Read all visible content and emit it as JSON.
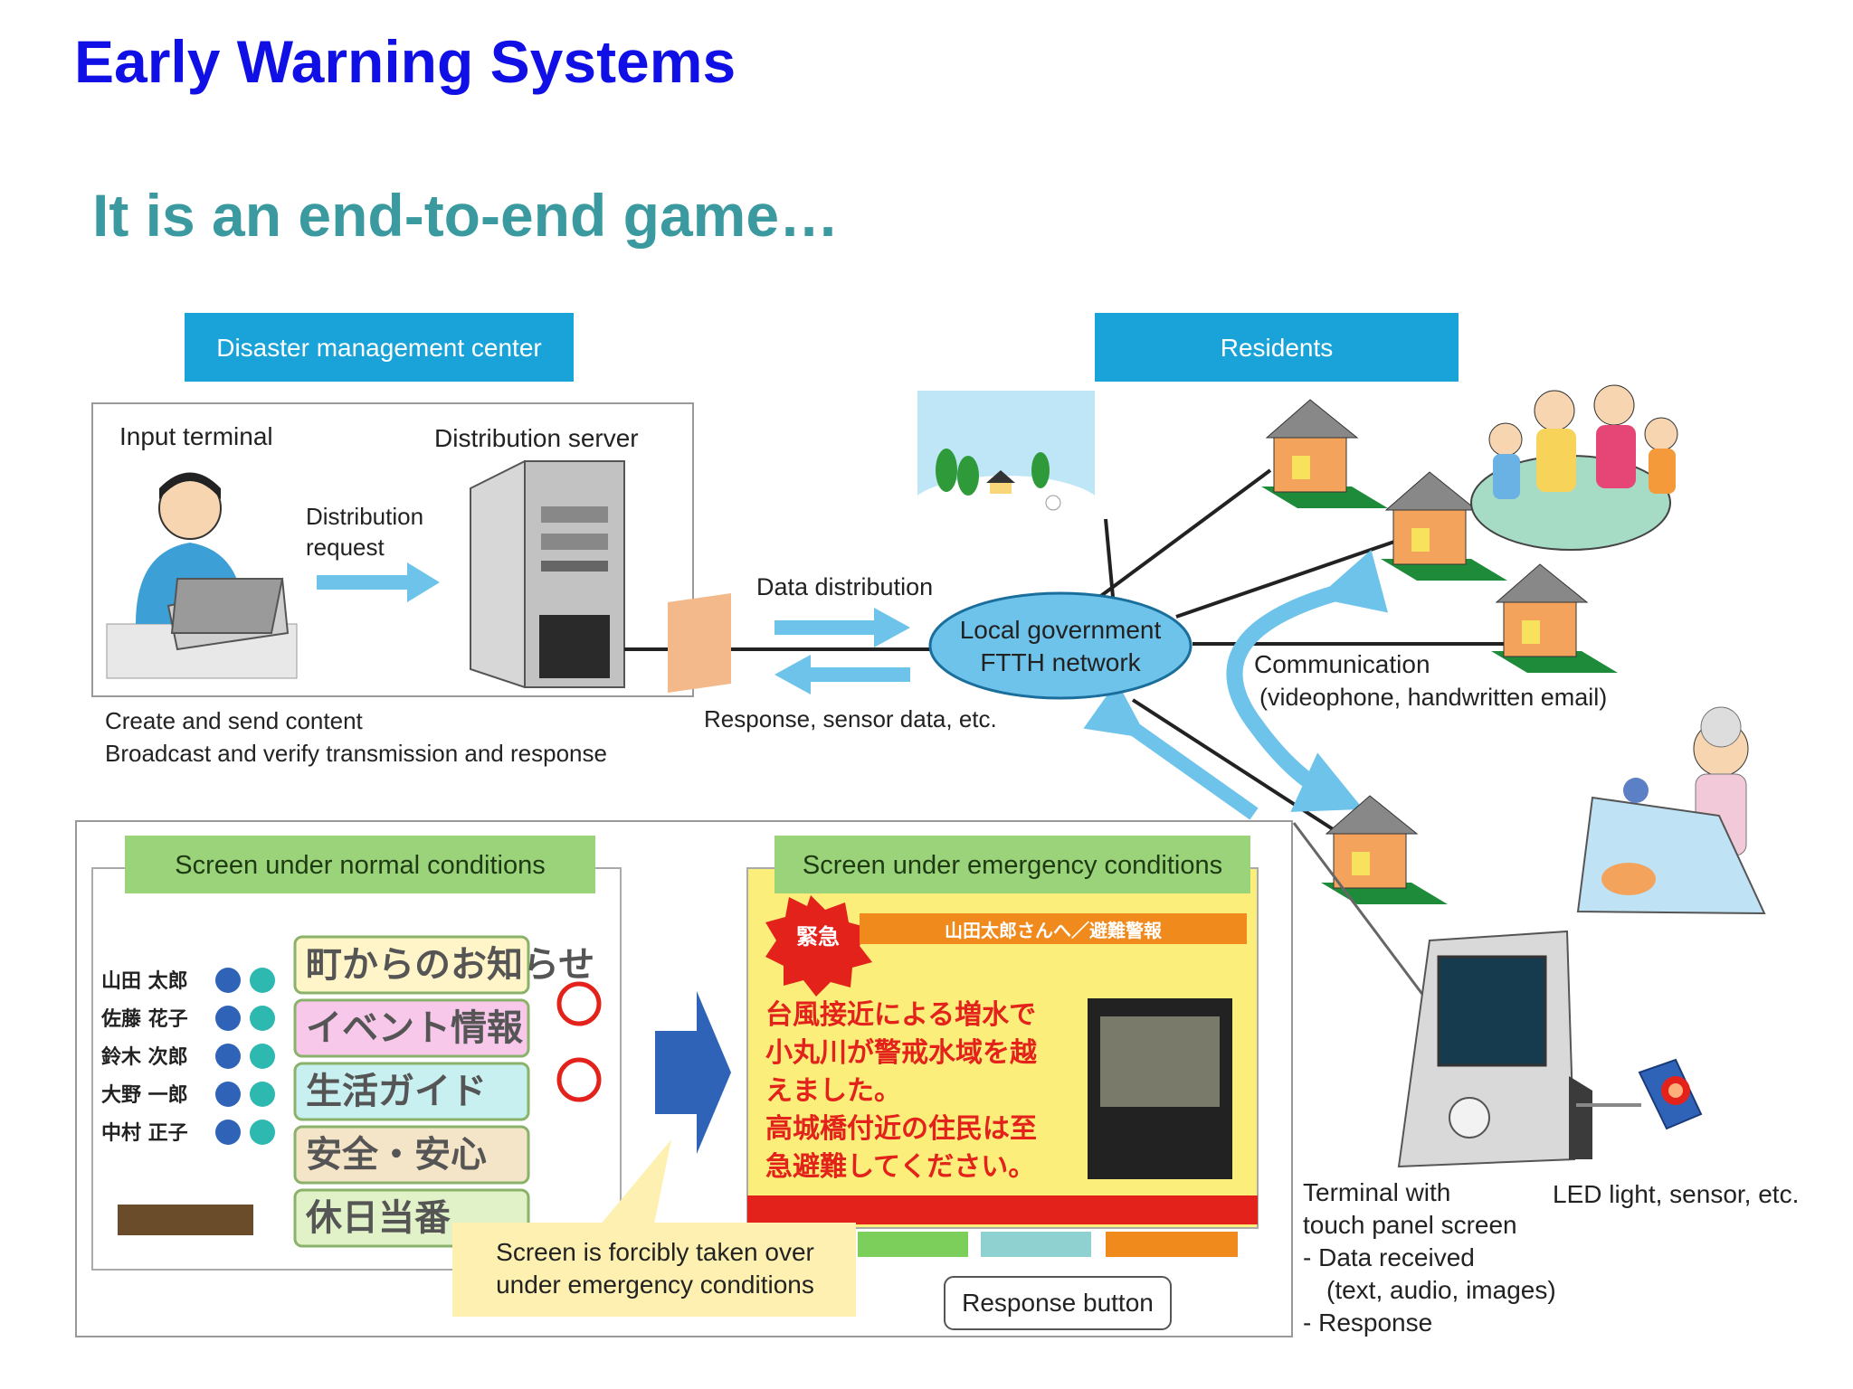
{
  "title": "Early Warning Systems",
  "subtitle": "It is an end-to-end game…",
  "headers": {
    "center": "Disaster management center",
    "residents": "Residents"
  },
  "center_panel": {
    "input_terminal": "Input terminal",
    "distribution_server": "Distribution server",
    "distribution_request_1": "Distribution",
    "distribution_request_2": "request",
    "caption_1": "Create and send content",
    "caption_2": "Broadcast and verify transmission and response"
  },
  "network": {
    "data_distribution": "Data distribution",
    "response_data": "Response, sensor data, etc.",
    "node_1": "Local government",
    "node_2": "FTTH network",
    "communication_1": "Communication",
    "communication_2": "(videophone, handwritten email)"
  },
  "screens": {
    "normal_label": "Screen under normal conditions",
    "emergency_label": "Screen under emergency conditions",
    "takeover_1": "Screen is forcibly taken over",
    "takeover_2": "under emergency conditions",
    "response_button": "Response button",
    "normal_menu": [
      "町からのお知らせ",
      "イベント情報",
      "生活ガイド",
      "安全・安心",
      "休日当番"
    ],
    "normal_names": [
      "山田 太郎",
      "佐藤 花子",
      "鈴木 次郎",
      "大野 一郎",
      "中村 正子"
    ],
    "emergency_badge": "緊急",
    "emergency_banner": "山田太郎さんへ／避難警報",
    "emergency_text": [
      "台風接近による増水で",
      "小丸川が警戒水域を越",
      "えました。",
      "高城橋付近の住民は至",
      "急避難してください。"
    ]
  },
  "terminal": {
    "line_1": "Terminal with",
    "line_2": "touch panel screen",
    "line_3": "- Data received",
    "line_4": "(text, audio, images)",
    "line_5": "- Response",
    "led": "LED light, sensor, etc."
  },
  "colors": {
    "header_blue": "#1aa3d9",
    "arrow_blue": "#6ec3ea",
    "label_green": "#9bd37a",
    "emergency_yellow": "#fbee7a",
    "emergency_red": "#e3221b",
    "house_orange": "#f3a35b"
  }
}
